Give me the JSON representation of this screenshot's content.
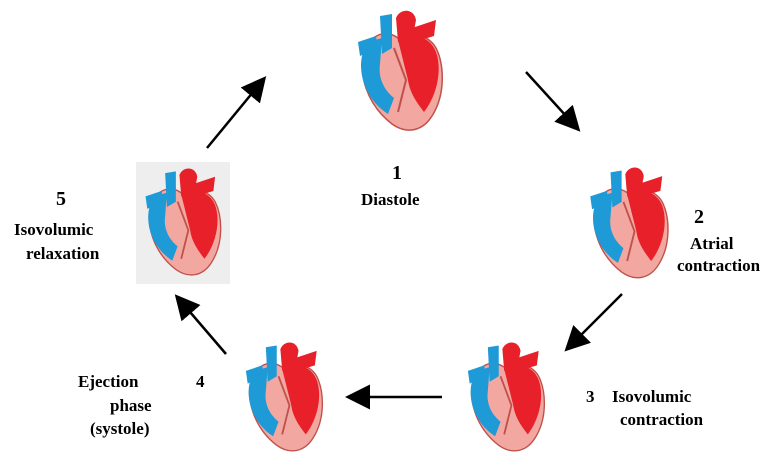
{
  "stages": [
    {
      "number": "1",
      "name": "Diastole"
    },
    {
      "number": "2",
      "name_line1": "Atrial",
      "name_line2": "contraction"
    },
    {
      "number": "3",
      "name_line1": "Isovolumic",
      "name_line2": "contraction"
    },
    {
      "number": "4",
      "name_line1": "Ejection",
      "name_line2": "phase",
      "name_line3": "(systole)"
    },
    {
      "number": "5",
      "name_line1": "Isovolumic",
      "name_line2": "relaxation"
    }
  ],
  "colors": {
    "oxygenated": "#e8202a",
    "deoxygenated": "#1e9ad6",
    "muscle": "#f2a7a0",
    "arrow": "#000000"
  }
}
